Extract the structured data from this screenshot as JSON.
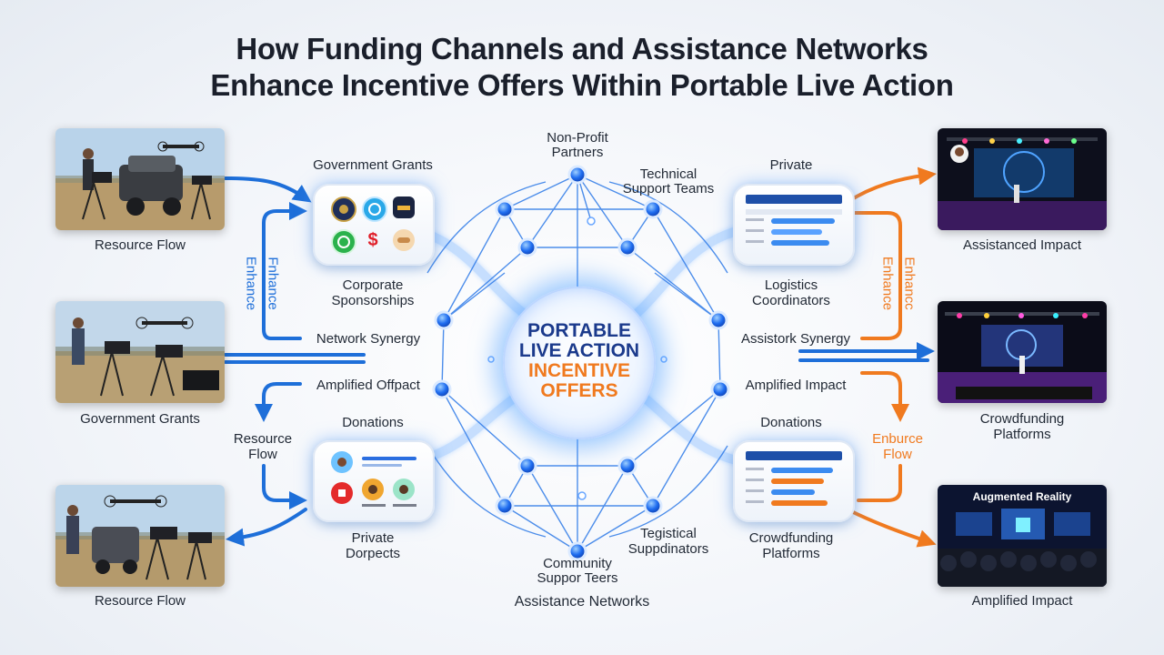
{
  "title": {
    "line1": "How Funding Channels and Assistance Networks",
    "line2": "Enhance Incentive Offers Within Portable Live Action"
  },
  "hub": {
    "line1": "PORTABLE",
    "line2": "LIVE ACTION",
    "line3": "INCENTIVE",
    "line4": "OFFERS",
    "color_primary": "#1b3a8c",
    "color_accent": "#f07a1f"
  },
  "left_photos": {
    "top_caption": "Resource Flow",
    "middle_caption": "Government Grants",
    "bottom_caption": "Resource Flow"
  },
  "right_photos": {
    "top_caption": "Assistanced Impact",
    "middle_caption_line1": "Crowdfunding",
    "middle_caption_line2": "Platforms",
    "bottom_caption": "Amplified Impact",
    "bottom_banner": "Augmented Reality"
  },
  "left_cards": {
    "top_title": "Government Grants",
    "top_subtitle_line1": "Corporate",
    "top_subtitle_line2": "Sponsorships",
    "bottom_title": "Donations",
    "bottom_subtitle_line1": "Private",
    "bottom_subtitle_line2": "Dorpects",
    "bottom_icon_text": "$"
  },
  "right_cards": {
    "top_title": "Private",
    "top_subtitle_line1": "Logistics",
    "top_subtitle_line2": "Coordinators",
    "bottom_title": "Donations",
    "bottom_subtitle_line1": "Crowdfunding",
    "bottom_subtitle_line2": "Platforms"
  },
  "network_labels": {
    "top_line1": "Non-Profit",
    "top_line2": "Partners",
    "top_right_line1": "Technical",
    "top_right_line2": "Support Teams",
    "bottom_right_line1": "Tegistical",
    "bottom_right_line2": "Suppdinators",
    "bottom_line1": "Community",
    "bottom_line2": "Suppor Teers",
    "footer": "Assistance Networks"
  },
  "flow_labels": {
    "left_synergy": "Network Synergy",
    "left_amplified": "Amplified Offpact",
    "right_synergy": "Assistork Synergy",
    "right_amplified": "Amplified Impact",
    "left_enhance_a": "Enhance",
    "left_enhance_b": "Fnhance",
    "right_enhance_a": "Enhance",
    "right_enhance_b": "Enhancc",
    "left_resource_line1": "Resource",
    "left_resource_line2": "Flow",
    "right_resource_line1": "Enburce",
    "right_resource_line2": "Flow"
  },
  "colors": {
    "blue": "#1e6fd9",
    "orange": "#f07a1f",
    "node_blue": "#1763e6"
  }
}
